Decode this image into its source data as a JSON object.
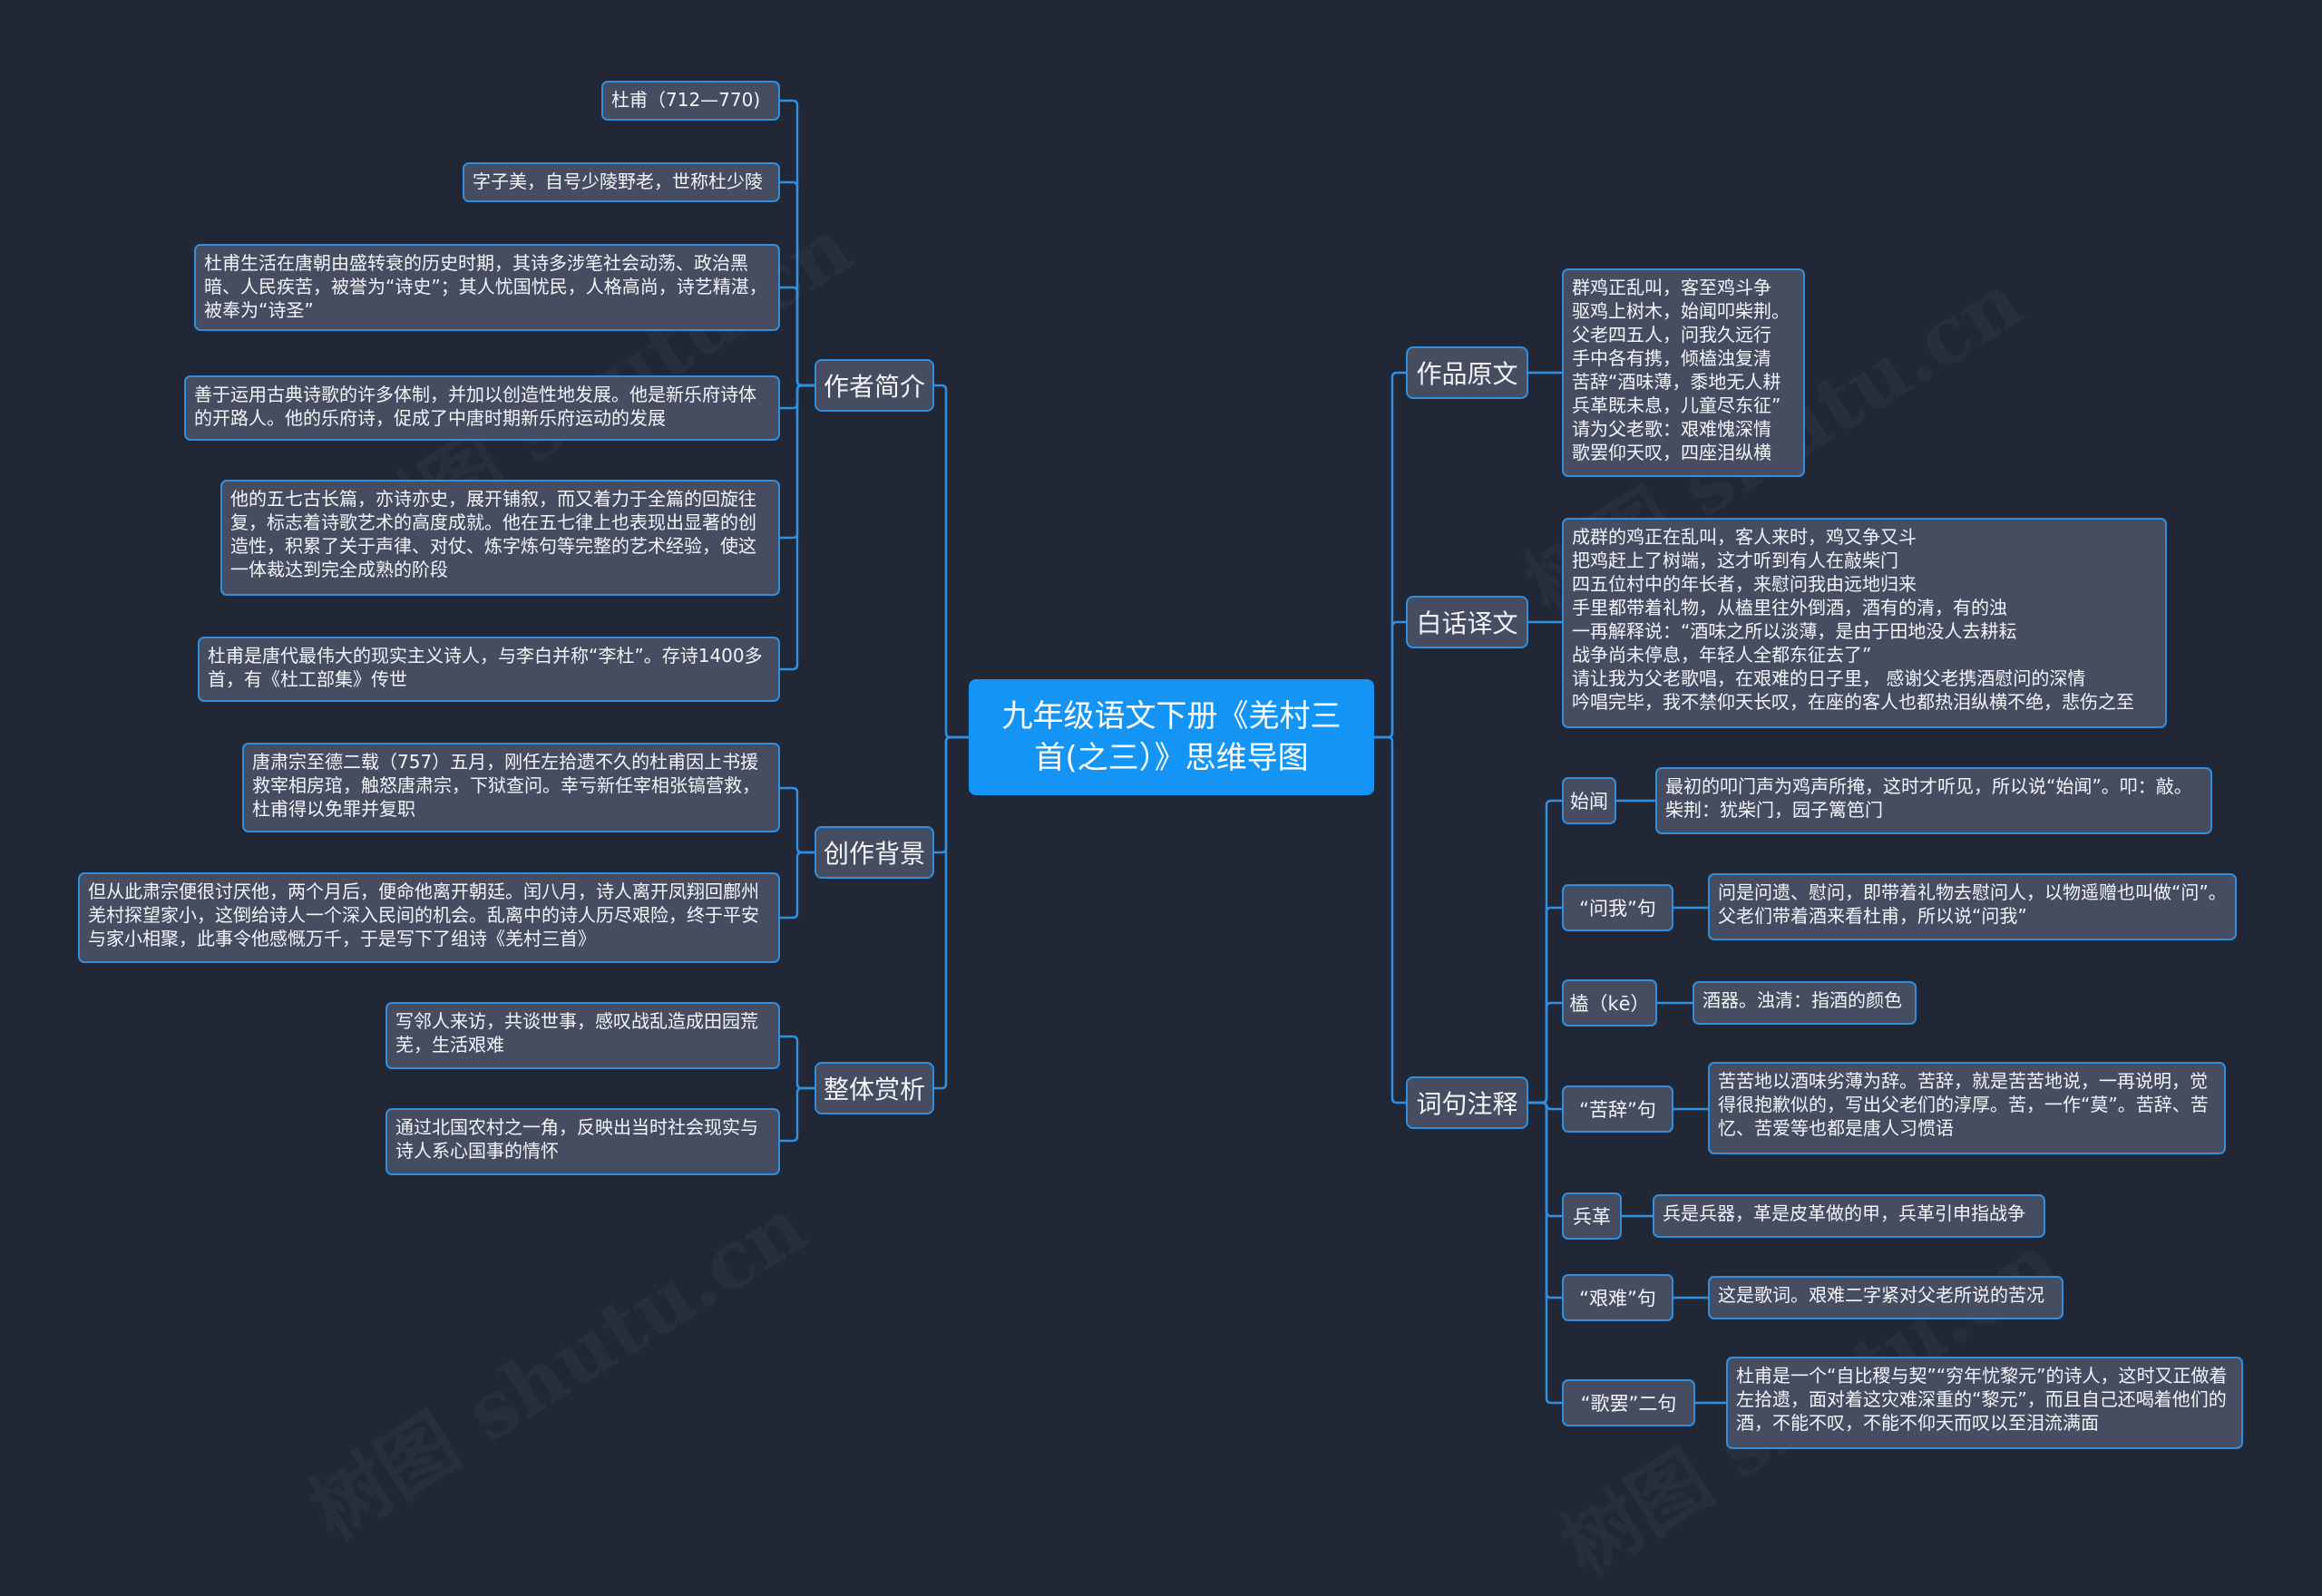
{
  "root": {
    "title": "九年级语文下册《羌村三首(之三）》思维导图"
  },
  "left": {
    "author": {
      "label": "作者简介",
      "items": [
        "杜甫（712—770)",
        "字子美，自号少陵野老，世称杜少陵",
        "杜甫生活在唐朝由盛转衰的历史时期，其诗多涉笔社会动荡、政治黑暗、人民疾苦，被誉为“诗史”；其人忧国忧民，人格高尚，诗艺精湛，被奉为“诗圣”",
        "善于运用古典诗歌的许多体制，并加以创造性地发展。他是新乐府诗体的开路人。他的乐府诗，促成了中唐时期新乐府运动的发展",
        "他的五七古长篇，亦诗亦史，展开铺叙，而又着力于全篇的回旋往复，标志着诗歌艺术的高度成就。他在五七律上也表现出显著的创造性，积累了关于声律、对仗、炼字炼句等完整的艺术经验，使这一体裁达到完全成熟的阶段",
        "杜甫是唐代最伟大的现实主义诗人，与李白并称“李杜”。存诗1400多首，有《杜工部集》传世"
      ]
    },
    "background": {
      "label": "创作背景",
      "items": [
        "唐肃宗至德二载（757）五月，刚任左拾遗不久的杜甫因上书援救宰相房琯，触怒唐肃宗，下狱查问。幸亏新任宰相张镐营救，杜甫得以免罪并复职",
        "但从此肃宗便很讨厌他，两个月后，便命他离开朝廷。闰八月，诗人离开凤翔回鄜州羌村探望家小，这倒给诗人一个深入民间的机会。乱离中的诗人历尽艰险，终于平安与家小相聚，此事令他感慨万千，于是写下了组诗《羌村三首》"
      ]
    },
    "appreciation": {
      "label": "整体赏析",
      "items": [
        "写邻人来访，共谈世事，感叹战乱造成田园荒芜，生活艰难",
        "通过北国农村之一角，反映出当时社会现实与诗人系心国事的情怀"
      ]
    }
  },
  "right": {
    "original": {
      "label": "作品原文",
      "text": "群鸡正乱叫，客至鸡斗争\n驱鸡上树木，始闻叩柴荆。\n父老四五人，问我久远行\n手中各有携，倾榼浊复清\n苦辞“酒味薄，黍地无人耕\n兵革既未息，儿童尽东征”\n请为父老歌：艰难愧深情\n歌罢仰天叹，四座泪纵横"
    },
    "translation": {
      "label": "白话译文",
      "text": "成群的鸡正在乱叫，客人来时，鸡又争又斗\n把鸡赶上了树端，这才听到有人在敲柴门\n四五位村中的年长者，来慰问我由远地归来\n手里都带着礼物，从榼里往外倒酒，酒有的清，有的浊\n一再解释说：“酒味之所以淡薄，是由于田地没人去耕耘\n战争尚未停息，年轻人全都东征去了”\n请让我为父老歌唱，在艰难的日子里， 感谢父老携酒慰问的深情\n吟唱完毕，我不禁仰天长叹，在座的客人也都热泪纵横不绝，悲伤之至"
    },
    "notes": {
      "label": "词句注释",
      "items": [
        {
          "term": "始闻",
          "text": "最初的叩门声为鸡声所掩，这时才听见，所以说“始闻”。叩：敲。柴荆：犹柴门，园子篱笆门"
        },
        {
          "term": "“问我”句",
          "text": "问是问遗、慰问，即带着礼物去慰问人，以物遥赠也叫做“问”。父老们带着酒来看杜甫，所以说“问我”"
        },
        {
          "term": "榼（kē）",
          "text": "酒器。浊清：指酒的颜色"
        },
        {
          "term": "“苦辞”句",
          "text": "苦苦地以酒味劣薄为辞。苦辞，就是苦苦地说，一再说明，觉得很抱歉似的，写出父老们的淳厚。苦，一作“莫”。苦辞、苦忆、苦爱等也都是唐人习惯语"
        },
        {
          "term": "兵革",
          "text": "兵是兵器，革是皮革做的甲，兵革引申指战争"
        },
        {
          "term": "“艰难”句",
          "text": "这是歌词。艰难二字紧对父老所说的苦况"
        },
        {
          "term": "“歌罢”二句",
          "text": "杜甫是一个“自比稷与契”“穷年忧黎元”的诗人，这时又正做着左拾遗，面对着这灾难深重的“黎元”，而且自己还喝着他们的酒，不能不叹，不能不仰天而叹以至泪流满面"
        }
      ]
    }
  },
  "watermark": "树图 shutu.cn"
}
